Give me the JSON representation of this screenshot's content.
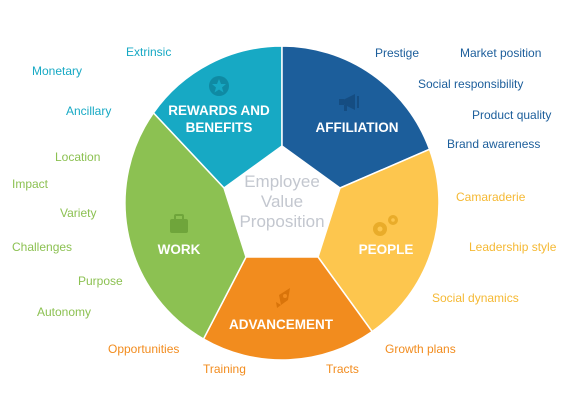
{
  "center": {
    "line1": "Employee",
    "line2": "Value",
    "line3": "Proposition"
  },
  "segments": {
    "rewards": {
      "title_line1": "REWARDS AND",
      "title_line2": "BENEFITS",
      "icon": "star-icon",
      "color": "#17a9c4",
      "dark": "#0f8aa3"
    },
    "affiliation": {
      "title": "AFFILIATION",
      "icon": "megaphone-icon",
      "color": "#1c5e9b",
      "dark": "#154d82"
    },
    "people": {
      "title": "PEOPLE",
      "icon": "gears-icon",
      "color": "#fdc64e",
      "dark": "#e9ac2a"
    },
    "advancement": {
      "title": "ADVANCEMENT",
      "icon": "rocket-icon",
      "color": "#f28c1e",
      "dark": "#d9740a"
    },
    "work": {
      "title": "WORK",
      "icon": "briefcase-icon",
      "color": "#8cc152",
      "dark": "#6fa53b"
    }
  },
  "labels": {
    "rewards": [
      "Extrinsic",
      "Monetary",
      "Ancillary"
    ],
    "affiliation": [
      "Prestige",
      "Market position",
      "Social responsibility",
      "Product quality",
      "Brand awareness"
    ],
    "people": [
      "Camaraderie",
      "Leadership style",
      "Social dynamics"
    ],
    "advancement": [
      "Growth plans",
      "Tracts",
      "Training",
      "Opportunities"
    ],
    "work": [
      "Location",
      "Impact",
      "Variety",
      "Challenges",
      "Purpose",
      "Autonomy"
    ]
  },
  "label_colors": {
    "rewards": "#17a9c4",
    "affiliation": "#1c5e9b",
    "people": "#f5b934",
    "advancement": "#f28c1e",
    "work": "#8cc152"
  }
}
